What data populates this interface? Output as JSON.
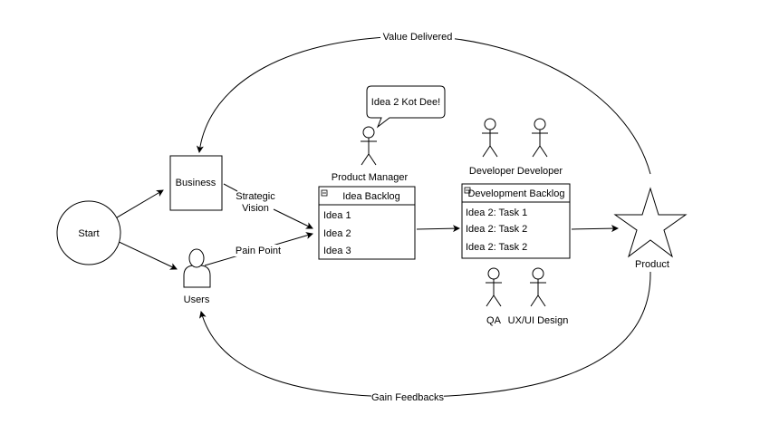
{
  "nodes": {
    "start": "Start",
    "business": "Business",
    "users": "Users",
    "product_manager": "Product Manager",
    "speech_bubble": "Idea 2 Kot Dee!",
    "idea_backlog": {
      "title": "Idea Backlog",
      "items": [
        "Idea 1",
        "Idea 2",
        "Idea 3"
      ]
    },
    "development_backlog": {
      "title": "Development Backlog",
      "items": [
        "Idea 2: Task 1",
        "Idea 2: Task 2",
        "Idea 2: Task 2"
      ]
    },
    "developers": [
      "Developer",
      "Developer"
    ],
    "qa": "QA",
    "ux": "UX/UI Design",
    "product": "Product"
  },
  "edges": {
    "strategic_vision": [
      "Strategic",
      "Vision"
    ],
    "pain_point": "Pain Point",
    "value_delivered": "Value Delivered",
    "gain_feedbacks": "Gain Feedbacks"
  }
}
